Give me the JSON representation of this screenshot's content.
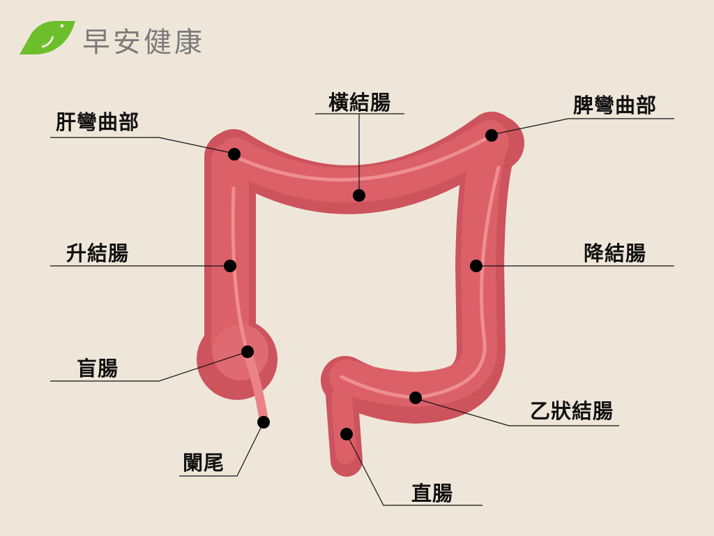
{
  "brand": {
    "name": "早安健康",
    "color": "#6cbf2b"
  },
  "colors": {
    "colon": "#dc6068",
    "colon_dark": "#cd535c",
    "lumen": "#ee8e92",
    "background": "#efe6da"
  },
  "labels": {
    "hepatic_flexure": "肝彎曲部",
    "transverse_colon": "橫結腸",
    "splenic_flexure": "脾彎曲部",
    "ascending_colon": "升結腸",
    "descending_colon": "降結腸",
    "cecum": "盲腸",
    "appendix": "闌尾",
    "sigmoid_colon": "乙狀結腸",
    "rectum": "直腸"
  }
}
